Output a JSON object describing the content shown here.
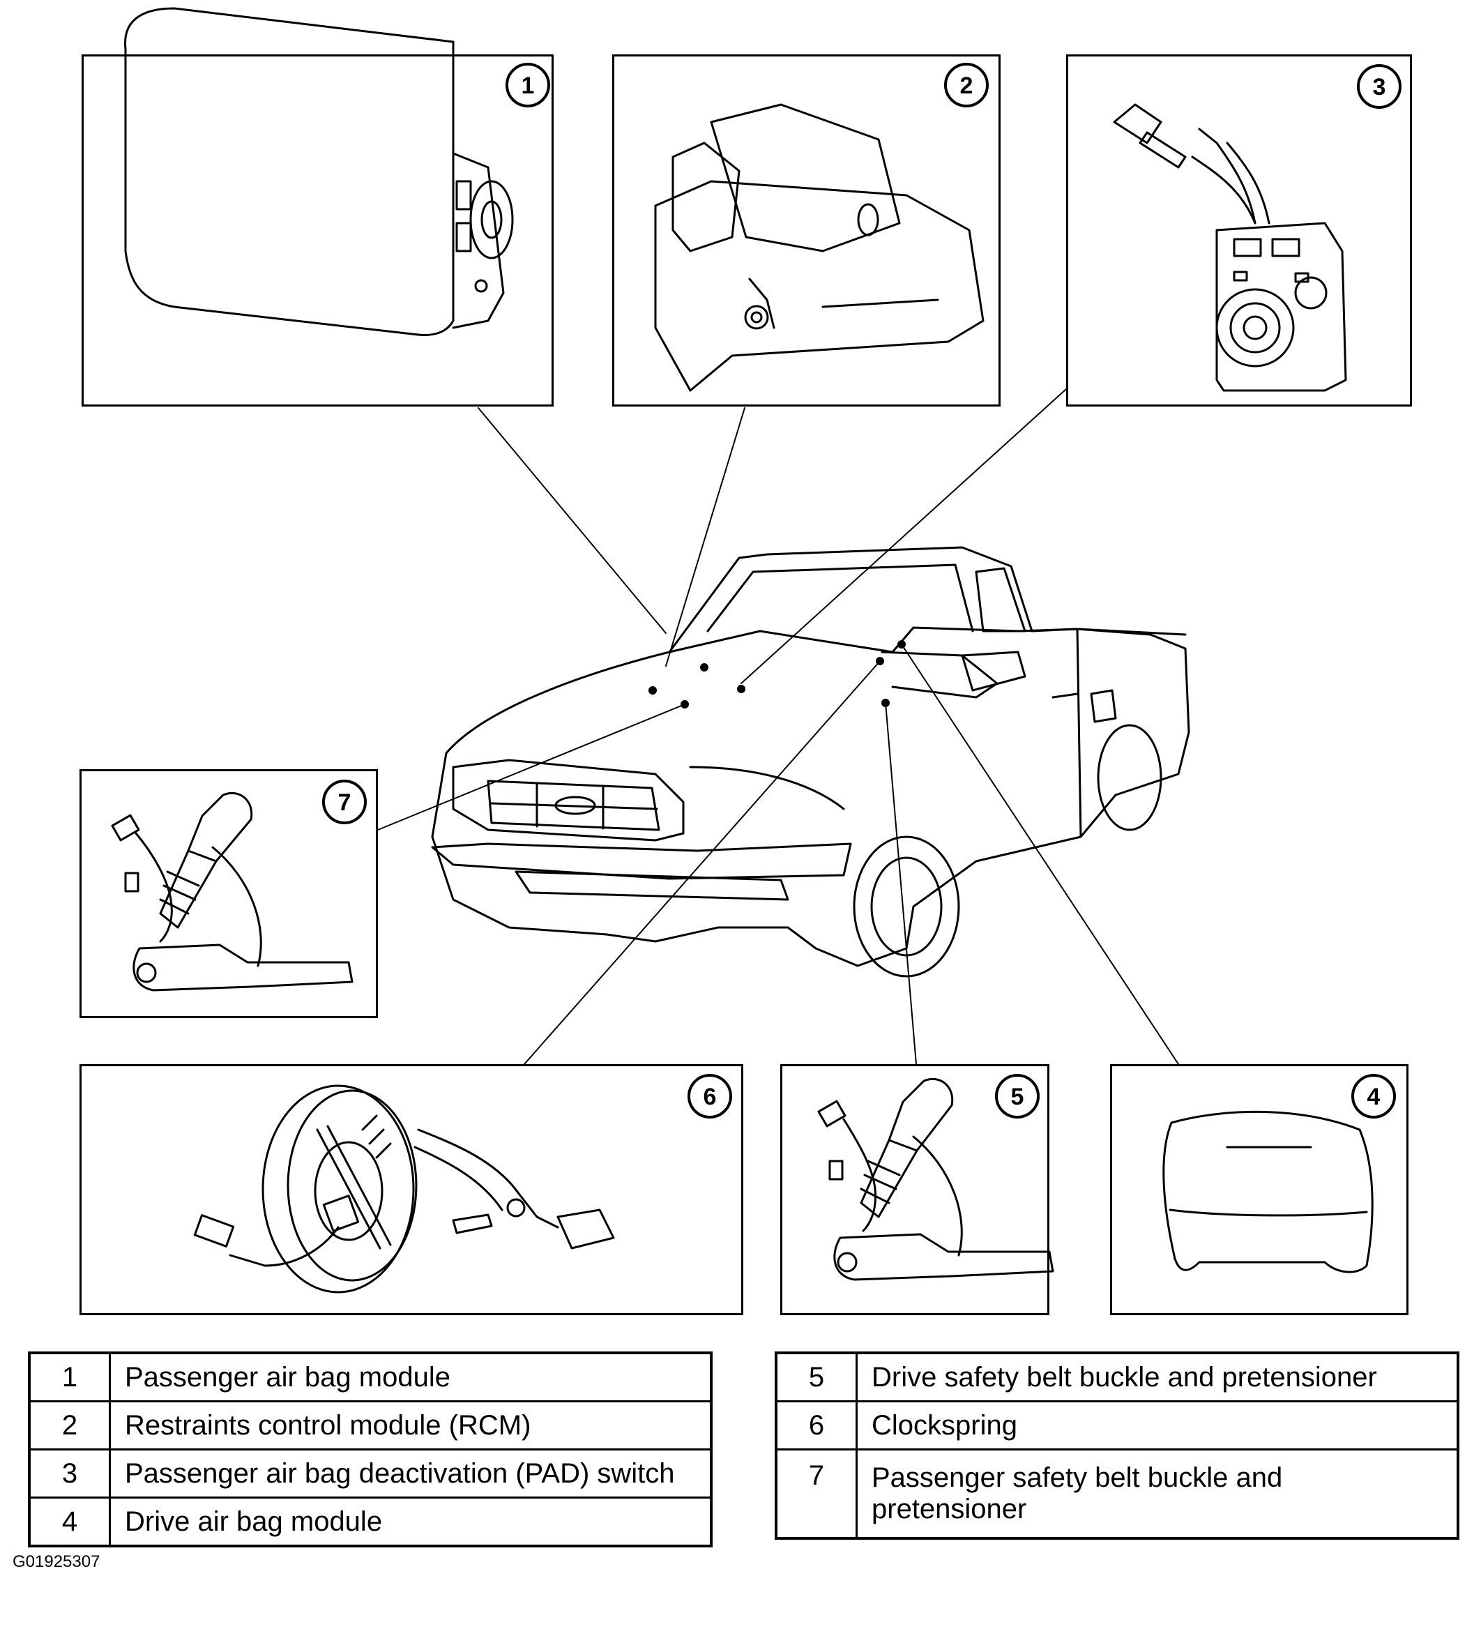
{
  "callouts": [
    {
      "number": "1",
      "label": "Passenger air bag module"
    },
    {
      "number": "2",
      "label": "Restraints control module (RCM)"
    },
    {
      "number": "3",
      "label": "Passenger air bag deactivation (PAD) switch"
    },
    {
      "number": "4",
      "label": "Drive air bag module"
    },
    {
      "number": "5",
      "label": "Drive safety belt buckle and pretensioner"
    },
    {
      "number": "6",
      "label": "Clockspring"
    },
    {
      "number": "7",
      "label": "Passenger safety belt buckle and pretensioner"
    }
  ],
  "figure_code": "G01925307"
}
